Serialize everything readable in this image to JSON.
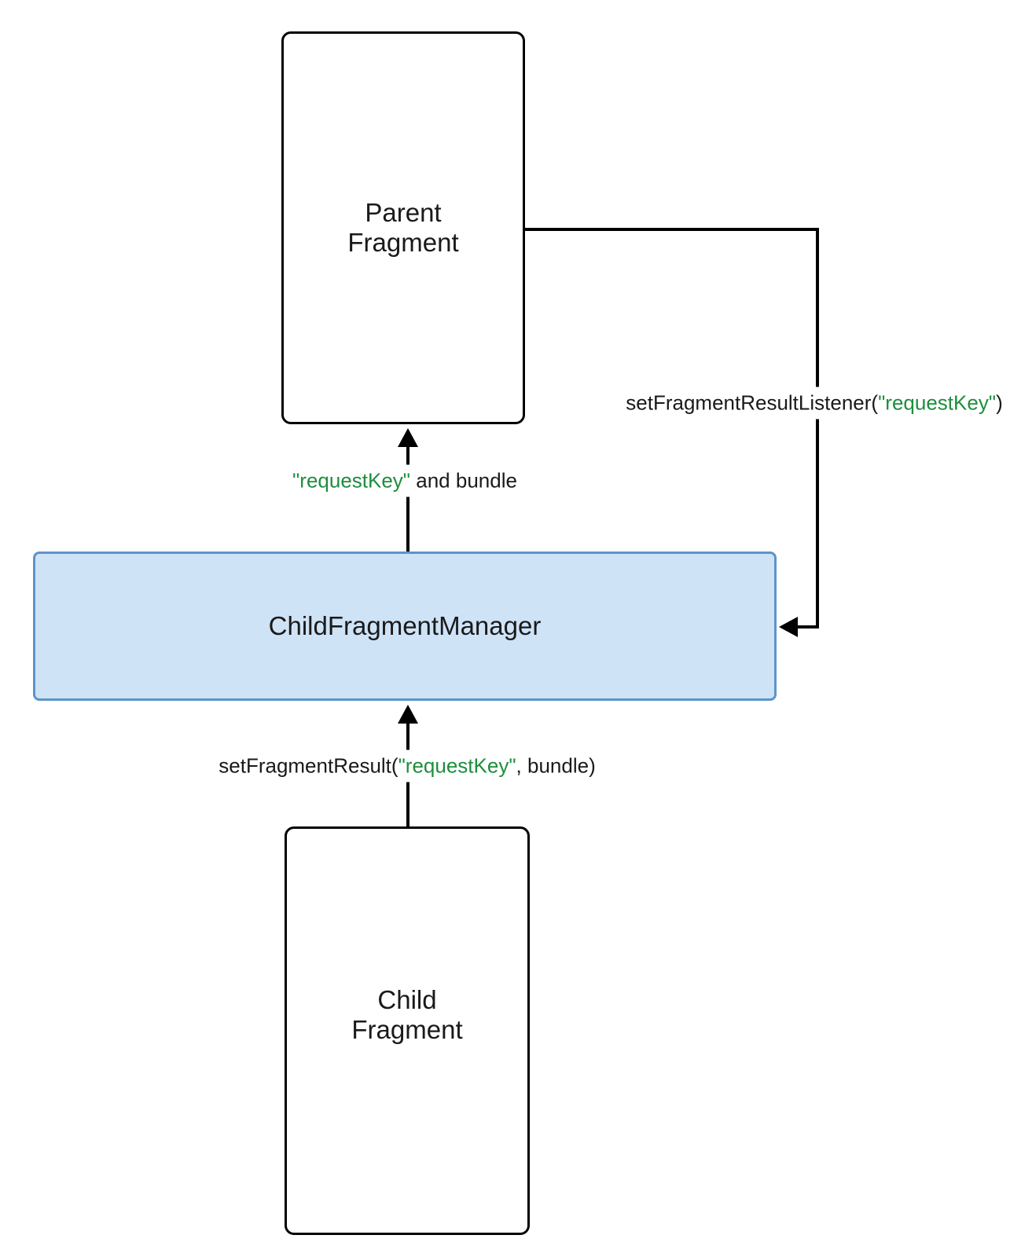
{
  "colors": {
    "accent_green": "#1e8e3e",
    "manager_fill": "#cfe3f7",
    "manager_border": "#5d94c8",
    "line_black": "#000000",
    "text_black": "#1a1a1a"
  },
  "nodes": {
    "parent_fragment": {
      "line1": "Parent",
      "line2": "Fragment"
    },
    "child_fragment_manager": {
      "label": "ChildFragmentManager"
    },
    "child_fragment": {
      "line1": "Child",
      "line2": "Fragment"
    }
  },
  "edges": {
    "set_fragment_result_listener": {
      "prefix": "setFragmentResultListener(",
      "key": "\"requestKey\"",
      "suffix": ")"
    },
    "request_key_and_bundle": {
      "prefix": "",
      "key": "\"requestKey\"",
      "suffix": " and bundle"
    },
    "set_fragment_result": {
      "prefix": "setFragmentResult(",
      "key": "\"requestKey\"",
      "suffix": ", bundle)"
    }
  }
}
